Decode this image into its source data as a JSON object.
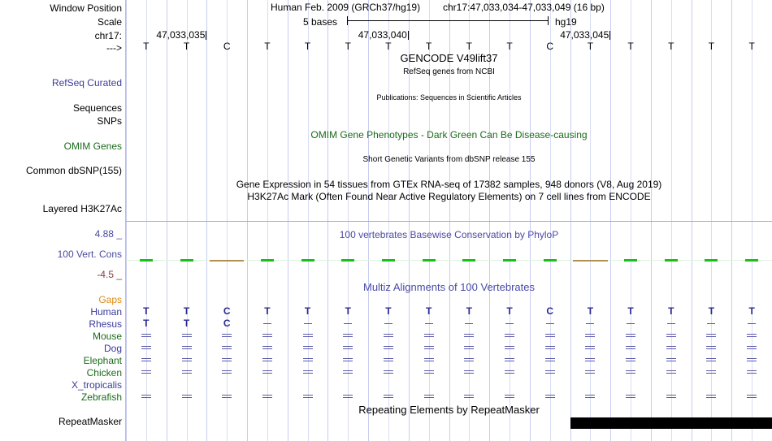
{
  "header": {
    "assembly_title": "Human Feb. 2009 (GRCh37/hg19)",
    "region": "chr17:47,033,034-47,033,049 (16 bp)",
    "scale_text": "5 bases",
    "db_name": "hg19",
    "chrom_label": "chr17:",
    "strand_arrow": "--->"
  },
  "ruler": {
    "ticks": [
      {
        "label": "47,033,035",
        "base_index": 1
      },
      {
        "label": "47,033,040",
        "base_index": 6
      },
      {
        "label": "47,033,045",
        "base_index": 11
      }
    ]
  },
  "sequence": {
    "bases": [
      "T",
      "T",
      "C",
      "T",
      "T",
      "T",
      "T",
      "T",
      "T",
      "T",
      "C",
      "T",
      "T",
      "T",
      "T",
      "T"
    ]
  },
  "left_labels": [
    {
      "text": "Window Position",
      "color": "black"
    },
    {
      "text": "Scale",
      "color": "black"
    },
    {
      "text": "chr17:",
      "color": "black"
    },
    {
      "text": "--->",
      "color": "black"
    },
    {
      "text": "RefSeq Curated",
      "color": "blue"
    },
    {
      "text": "Sequences",
      "color": "black"
    },
    {
      "text": "SNPs",
      "color": "black"
    },
    {
      "text": "OMIM Genes",
      "color": "green"
    },
    {
      "text": "Common dbSNP(155)",
      "color": "black"
    },
    {
      "text": "Layered H3K27Ac",
      "color": "black"
    },
    {
      "text": "4.88 _",
      "color": "purple"
    },
    {
      "text": "100 Vert. Cons",
      "color": "purple"
    },
    {
      "text": "-4.5 _",
      "color": "maroon"
    },
    {
      "text": "Gaps",
      "color": "orange"
    },
    {
      "text": "Human",
      "color": "blue"
    },
    {
      "text": "Rhesus",
      "color": "blue"
    },
    {
      "text": "Mouse",
      "color": "green"
    },
    {
      "text": "Dog",
      "color": "blue"
    },
    {
      "text": "Elephant",
      "color": "green"
    },
    {
      "text": "Chicken",
      "color": "green"
    },
    {
      "text": "X_tropicalis",
      "color": "blue"
    },
    {
      "text": "Zebrafish",
      "color": "green"
    },
    {
      "text": "RepeatMasker",
      "color": "black"
    }
  ],
  "sidebar": {
    "window_position": "Window Position",
    "scale": "Scale",
    "chrom": "chr17:",
    "strand": "--->",
    "refseq_curated": "RefSeq Curated",
    "sequences": "Sequences",
    "snps": "SNPs",
    "omim_genes": "OMIM Genes",
    "common_dbsnp": "Common dbSNP(155)",
    "layered_h3k27ac": "Layered H3K27Ac",
    "cons_max": "4.88 _",
    "cons_title": "100 Vert. Cons",
    "cons_min": "-4.5 _",
    "gaps": "Gaps",
    "repeatmasker": "RepeatMasker",
    "species": [
      {
        "name": "Human",
        "color": "blue"
      },
      {
        "name": "Rhesus",
        "color": "blue"
      },
      {
        "name": "Mouse",
        "color": "green"
      },
      {
        "name": "Dog",
        "color": "blue"
      },
      {
        "name": "Elephant",
        "color": "green"
      },
      {
        "name": "Chicken",
        "color": "green"
      },
      {
        "name": "X_tropicalis",
        "color": "blue"
      },
      {
        "name": "Zebrafish",
        "color": "green"
      }
    ]
  },
  "tracks": {
    "gencode_title": "GENCODE V49lift37",
    "refseq_title": "RefSeq genes from NCBI",
    "publications_title": "Publications: Sequences in Scientific Articles",
    "omim_title": "OMIM Gene Phenotypes - Dark Green Can Be Disease-causing",
    "dbsnp_title": "Short Genetic Variants from dbSNP release 155",
    "gtex_title": "Gene Expression in 54 tissues from GTEx RNA-seq of 17382 samples, 948 donors (V8, Aug 2019)",
    "h3k27ac_title": "H3K27Ac Mark (Often Found Near Active Regulatory Elements) on 7 cell lines from ENCODE",
    "phylop_title": "100 vertebrates Basewise Conservation by PhyloP",
    "multiz_title": "Multiz Alignments of 100 Vertebrates",
    "repeatmasker_title": "Repeating Elements by RepeatMasker"
  },
  "conservation": {
    "max_value": 4.88,
    "min_value": -4.5,
    "marks": [
      {
        "base_index": 0,
        "kind": "score"
      },
      {
        "base_index": 1,
        "kind": "score"
      },
      {
        "base_index": 2,
        "kind": "gap"
      },
      {
        "base_index": 3,
        "kind": "score"
      },
      {
        "base_index": 4,
        "kind": "score"
      },
      {
        "base_index": 5,
        "kind": "score"
      },
      {
        "base_index": 6,
        "kind": "score"
      },
      {
        "base_index": 7,
        "kind": "score"
      },
      {
        "base_index": 8,
        "kind": "score"
      },
      {
        "base_index": 9,
        "kind": "score"
      },
      {
        "base_index": 10,
        "kind": "score"
      },
      {
        "base_index": 11,
        "kind": "gap"
      },
      {
        "base_index": 12,
        "kind": "score"
      },
      {
        "base_index": 13,
        "kind": "score"
      },
      {
        "base_index": 14,
        "kind": "score"
      },
      {
        "base_index": 15,
        "kind": "score"
      }
    ]
  },
  "alignment": {
    "rows": [
      {
        "species": "Human",
        "glyph": "letters",
        "bases": [
          "T",
          "T",
          "C",
          "T",
          "T",
          "T",
          "T",
          "T",
          "T",
          "T",
          "C",
          "T",
          "T",
          "T",
          "T",
          "T"
        ]
      },
      {
        "species": "Rhesus",
        "glyph": "mixed",
        "bases": [
          "T",
          "T",
          "C",
          "-",
          "-",
          "-",
          "-",
          "-",
          "-",
          "-",
          "-",
          "-",
          "-",
          "-",
          "-",
          "-"
        ]
      },
      {
        "species": "Mouse",
        "glyph": "eq"
      },
      {
        "species": "Dog",
        "glyph": "eq"
      },
      {
        "species": "Elephant",
        "glyph": "eq"
      },
      {
        "species": "Chicken",
        "glyph": "eq"
      },
      {
        "species": "X_tropicalis",
        "glyph": "none"
      },
      {
        "species": "Zebrafish",
        "glyph": "eq"
      }
    ]
  },
  "repeatmasker": {
    "block_start_base": 11,
    "block_end_base": 16
  },
  "colors": {
    "gridline": "#c8ccf0",
    "left_rule": "#f0a8a8",
    "conservation_green": "#18c018",
    "conservation_gap": "#b09050",
    "orange_rule": "#e8a33d",
    "omim_green": "#1a6b1a",
    "label_blue": "#3a3a9c",
    "repeat_block": "#000000"
  }
}
